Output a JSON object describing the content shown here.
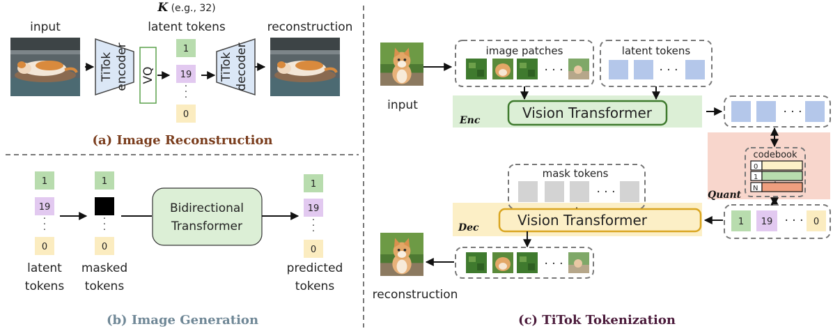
{
  "panel_a": {
    "input_label": "input",
    "k_prefix": "K",
    "k_suffix": " (e.g., 32)",
    "latent_label": "latent tokens",
    "reconstruction_label": "reconstruction",
    "encoder_label_1": "TiTok",
    "encoder_label_2": "encoder",
    "vq_label": "VQ",
    "decoder_label_1": "TiTok",
    "decoder_label_2": "decoder",
    "tokens": [
      "1",
      "19",
      "0"
    ],
    "caption": "(a) Image Reconstruction"
  },
  "panel_b": {
    "tokens": [
      "1",
      "19",
      "0"
    ],
    "masked_tokens": [
      "1",
      "0"
    ],
    "predicted_tokens": [
      "1",
      "19",
      "0"
    ],
    "transformer_label_1": "Bidirectional",
    "transformer_label_2": "Transformer",
    "latent_label_1": "latent",
    "latent_label_2": "tokens",
    "masked_label_1": "masked",
    "masked_label_2": "tokens",
    "predicted_label_1": "predicted",
    "predicted_label_2": "tokens",
    "caption": "(b) Image Generation"
  },
  "panel_c": {
    "input_label": "input",
    "image_patches_label": "image patches",
    "latent_tokens_label": "latent tokens",
    "enc_label": "Enc",
    "vision_transformer_enc": "Vision Transformer",
    "mask_tokens_label": "mask tokens",
    "codebook_label": "codebook",
    "codebook_rows": [
      "0",
      "1",
      "N"
    ],
    "quant_label": "Quant",
    "dec_label": "Dec",
    "vision_transformer_dec": "Vision Transformer",
    "out_tokens": [
      "1",
      "19",
      "0"
    ],
    "ellipsis": "· · ·",
    "reconstruction_label": "reconstruction",
    "caption": "(c) TiTok Tokenization"
  },
  "colors": {
    "caption_a": "#7a3d1d",
    "caption_b": "#6f8796",
    "caption_c": "#4a1a3a",
    "green_token": "#b8dcae",
    "pink_token": "#e2c9f0",
    "yellow_token": "#fbecc0",
    "blue_block": "#dbe7f6",
    "latent_blue": "#b4c7ea",
    "enc_band": "#dcefd6",
    "dec_band": "#fcefc6",
    "quant_band": "#f8d6cc",
    "enc_border": "#3f7a2e",
    "dec_border": "#d9a520",
    "mask_gray": "#d3d3d3",
    "bidir_fill": "#dcefd6"
  }
}
